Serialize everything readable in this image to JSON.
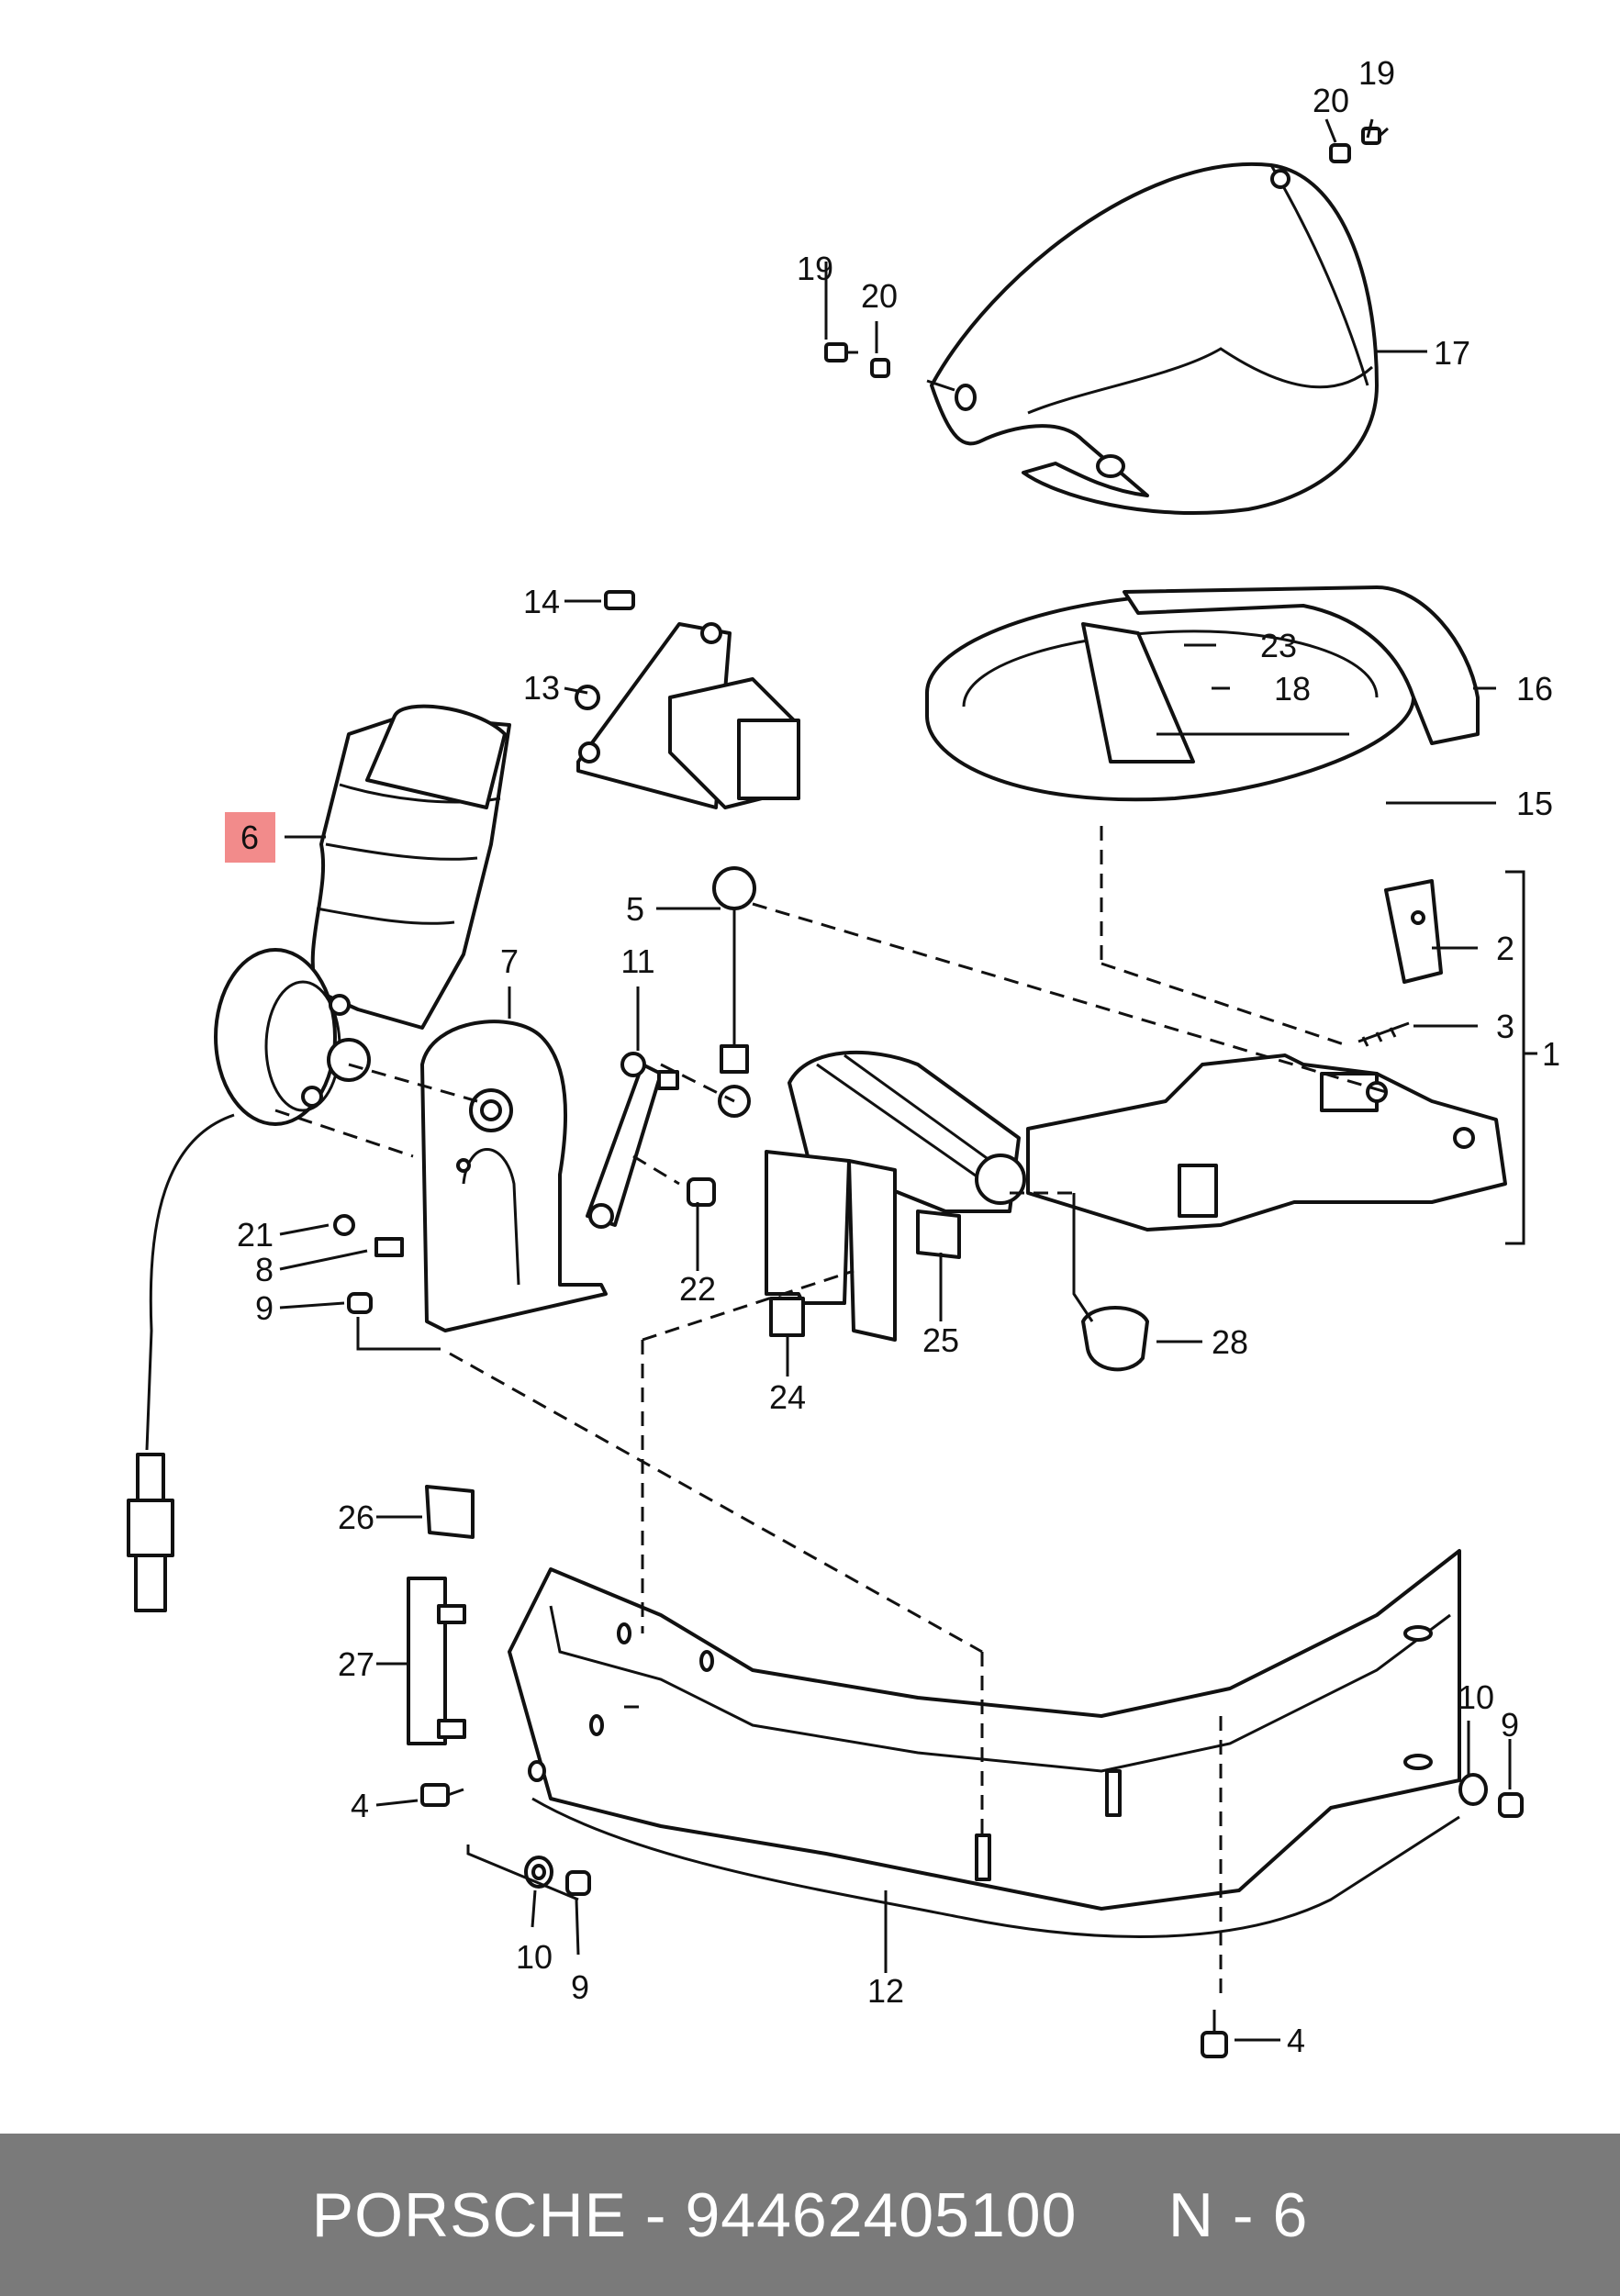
{
  "diagram": {
    "highlighted_callout": "6",
    "callouts": [
      "19",
      "20",
      "19",
      "20",
      "17",
      "14",
      "13",
      "23",
      "18",
      "16",
      "15",
      "6",
      "5",
      "2",
      "3",
      "1",
      "7",
      "11",
      "21",
      "8",
      "9",
      "22",
      "25",
      "28",
      "24",
      "26",
      "27",
      "4",
      "10",
      "9",
      "10",
      "9",
      "12",
      "4"
    ]
  },
  "footer": {
    "brand": "PORSCHE",
    "separator": " - ",
    "part_number": "94462405100",
    "gap": "     ",
    "position_label": "N - 6"
  },
  "colors": {
    "footer_bg": "#7a7a7a",
    "footer_text": "#ffffff",
    "highlight": "#f28b8b"
  }
}
